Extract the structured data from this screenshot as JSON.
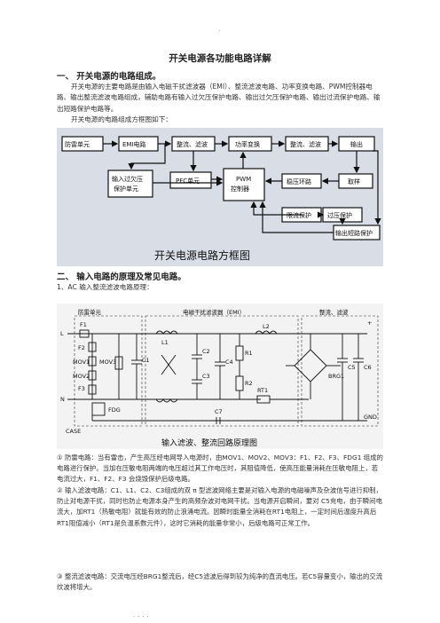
{
  "title": "开关电源各功能电路详解",
  "section1": {
    "heading": "一、 开关电源的电路组成。",
    "para1": "开关电源的主要电路是由输入电磁干扰滤波器（EMI）、整流滤波电路、功率变换电路、PWM控制器电路、输出整流滤波电路组成，辅助电路有输入过欠压保护电路、输出过欠压保护电路、输出过流保护电路、输出短路保护电路等。",
    "para2": "开关电源的电路组成方框图如下："
  },
  "block_diagram": {
    "caption": "开关电源电路方框图",
    "blocks": {
      "surge": "防雷单元",
      "emi": "EMI电路",
      "rectify": "整流、滤波",
      "power": "功率变换",
      "out_rectify": "整流、滤波",
      "output": "输出",
      "in_protect_1": "输入过欠压",
      "in_protect_2": "保护单元",
      "pfc": "PFC单元",
      "pwm_1": "PWM",
      "pwm_2": "控制器",
      "regulate": "稳压环路",
      "sample": "取样",
      "current": "限流保护",
      "overvolt": "过压保护",
      "shortcircuit": "输出短路保护"
    }
  },
  "section2": {
    "heading": "二、 输入电路的原理及常见电路。",
    "sub1": "1、AC 输入整流滤波电路原理："
  },
  "schematic": {
    "caption": "输入滤波、整流回路原理图",
    "labels": {
      "surge": "防雷单元",
      "emi": "电磁干扰滤波器（EMI）",
      "rectify": "整流、滤波",
      "plus": "+",
      "L": "L",
      "N": "N",
      "F1": "F1",
      "F2": "F2",
      "F3": "F3",
      "MOV1": "MOV1",
      "MOV2": "MOV2",
      "MOV3": "MOV3",
      "FDG": "FDG",
      "CASE": "CASE",
      "L1": "L1",
      "L2": "L2",
      "C1": "C1",
      "C2": "C2",
      "C3": "C3",
      "C4": "C4",
      "C5": "C5",
      "C6": "C6",
      "C7": "C7",
      "R1": "R1",
      "R2": "R2",
      "RT1": "RT1",
      "BRG1": "BRG1",
      "GND": "GND"
    }
  },
  "descriptions": {
    "d1": "① 防雷电路：当有雷击，产生高压经电网导入电源时，由MOV1、MOV2、MOV3：F1、F2、F3、FDG1 组成的电路进行保护。当加在压敏电阻两端的电压超过其工作电压时，其阻值降低，使高压能量消耗在压敏电阻上，若电流过大，F1、F2、F3 会烧毁保护后级电路。",
    "d2": "② 输入滤波电路：C1、L1、C2、C3组成的双 π 型滤波网络主要是对输入电源的电磁噪声及杂波信号进行抑制，防止对电源干扰，同时也防止电源本身产生的高频杂波对电网干扰。当电源开启瞬间，要对 C5充电，由于瞬间电流大，加RT1（热敏电阻）就能有效的防止浪涌电流。因瞬时能量全消耗在RT1电阻上，一定时间后温度升高后RT1阻值减小（RT1是负温系数元件），这时它消耗的能量非常小，后级电路可正常工作。",
    "d3": "③ 整流滤波电路：交流电压经BRG1整流后，经C5滤波后得到较为纯净的直流电压。若C5容量变小，输出的交流纹波将增大。"
  }
}
